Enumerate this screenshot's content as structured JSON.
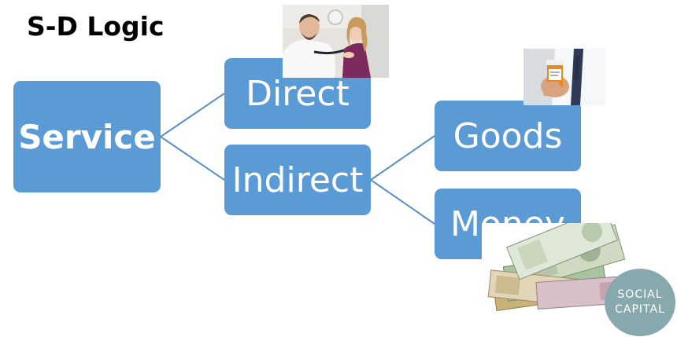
{
  "title": "S-D Logic",
  "nodes": {
    "service": "Service",
    "direct": "Direct",
    "indirect": "Indirect",
    "goods": "Goods",
    "money": "Money"
  },
  "badge": {
    "line1": "SOCIAL",
    "line2": "CAPITAL"
  },
  "colors": {
    "node_fill": "#5b9bd5",
    "connector": "#5b8fc4",
    "badge_fill": "#87a9ae"
  },
  "images": {
    "doctor": "doctor-examining-child-photo",
    "pills": "doctor-holding-pill-bottle-photo",
    "cash": "pile-of-banknotes-photo"
  }
}
